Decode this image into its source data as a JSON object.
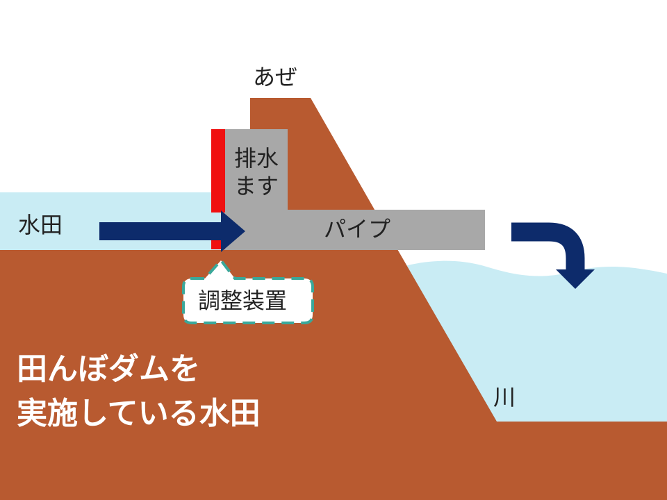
{
  "labels": {
    "aze": "あぜ",
    "drain_box_line1": "排水",
    "drain_box_line2": "ます",
    "paddy": "水田",
    "pipe": "パイプ",
    "adjuster": "調整装置",
    "river": "川"
  },
  "title": {
    "line1": "田んぼダムを",
    "line2": "実施している水田"
  },
  "colors": {
    "soil": "#b85a30",
    "water": "#c9ecf4",
    "structure_gray": "#a8a8a8",
    "plate_red": "#f01010",
    "arrow_navy": "#0d2b6b",
    "callout_border": "#3aa89a",
    "title_text": "#ffffff"
  }
}
